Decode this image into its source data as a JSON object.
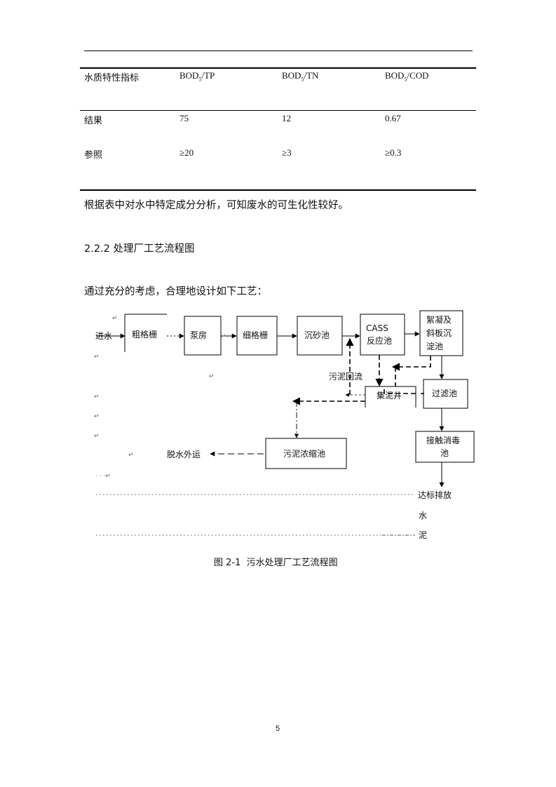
{
  "table": {
    "header": {
      "label": "水质特性指标",
      "c1": "BOD5/TP",
      "c2": "BOD5/TN",
      "c3": "BOD5/COD"
    },
    "rows": [
      {
        "label": "结果",
        "c1": "75",
        "c2": "12",
        "c3": "0.67"
      },
      {
        "label": "参照",
        "c1": "≥20",
        "c2": "≥3",
        "c3": "≥0.3"
      }
    ]
  },
  "text": {
    "conclusion": "根据表中对水中特定成分分析，可知废水的可生化性较好。",
    "section_heading": "2.2.2 处理厂工艺流程图",
    "intro": "通过充分的考虑，合理地设计如下工艺："
  },
  "diagram": {
    "inflow": "进水",
    "coarse_screen": "粗格栅",
    "pump": "泵房",
    "fine_screen": "细格栅",
    "grit": "沉砂池",
    "cass_1": "CASS",
    "cass_2": "反应池",
    "floc_1": "絮凝及",
    "floc_2": "斜板沉",
    "floc_3": "淀池",
    "sludge_return": "污泥回流",
    "sludge_well": "集泥井",
    "filter": "过滤池",
    "disinfect_1": "接触消毒",
    "disinfect_2": "池",
    "thickener": "污泥浓缩池",
    "dewater": "脱水外运",
    "discharge": "达标排放",
    "legend_water": "水",
    "legend_sludge": "泥"
  },
  "caption": "图 2-1  污水处理厂工艺流程图",
  "page_number": "5"
}
